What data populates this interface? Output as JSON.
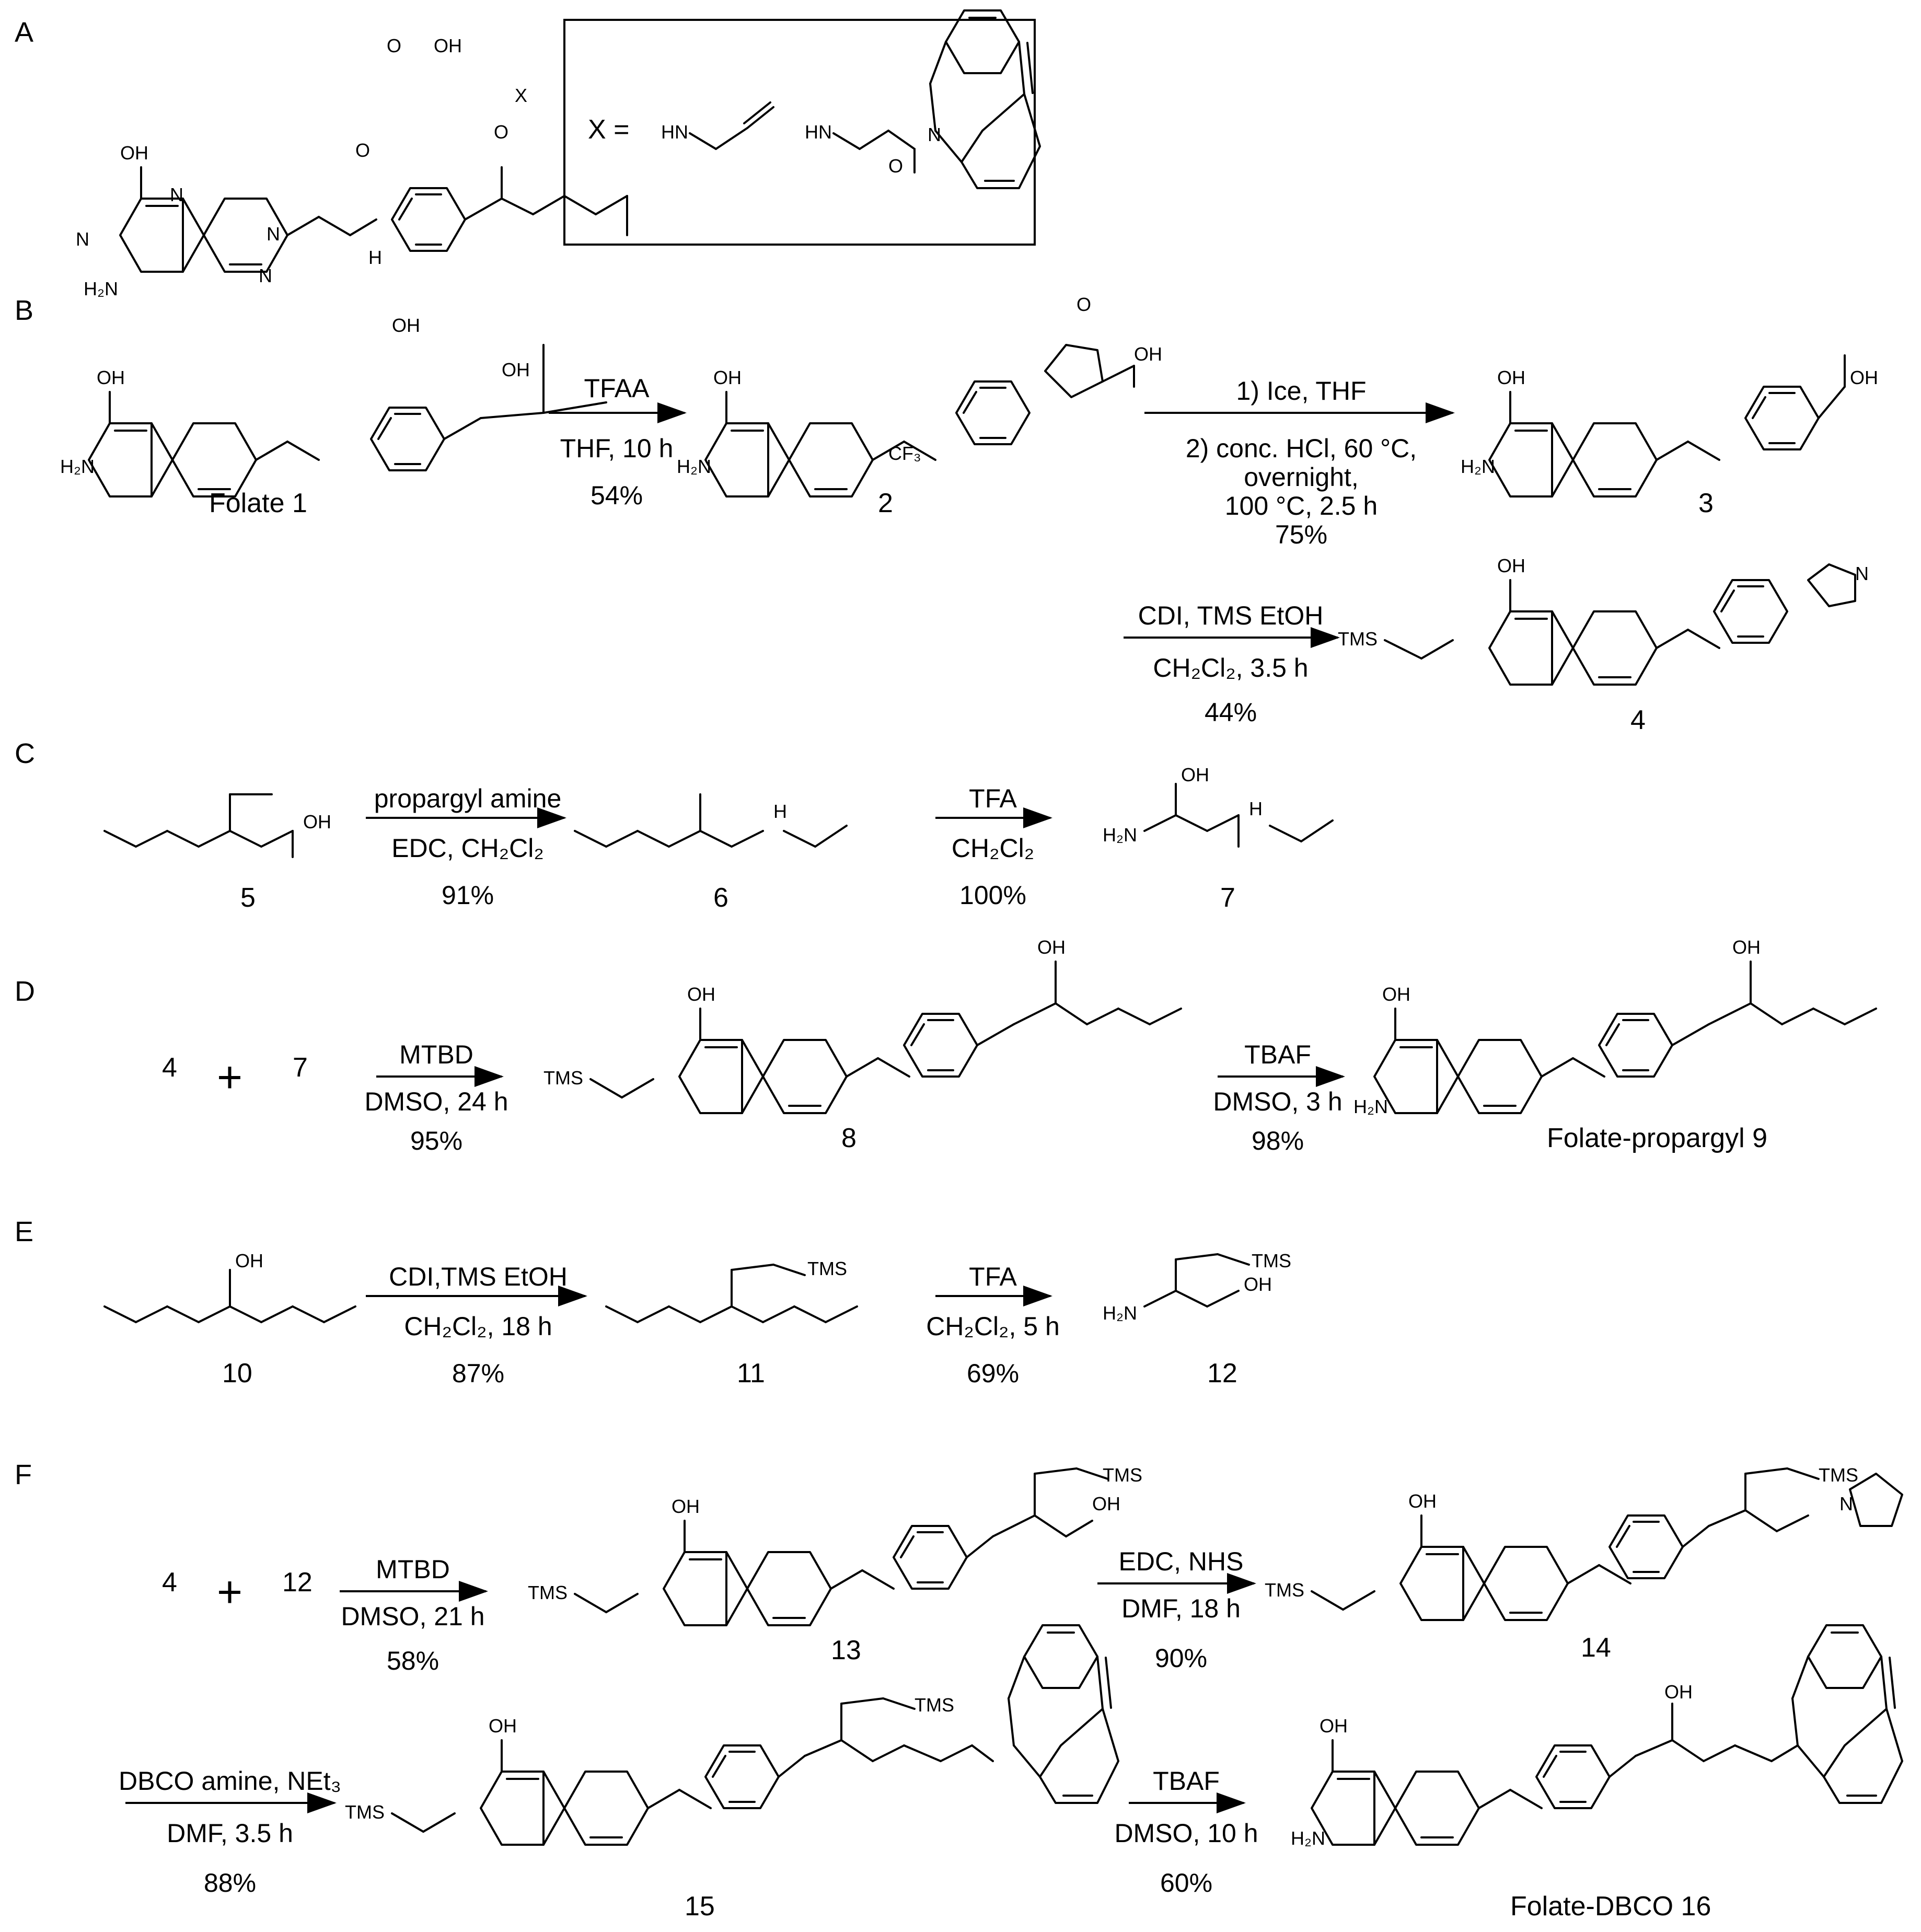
{
  "panels": [
    "A",
    "B",
    "C",
    "D",
    "E",
    "F"
  ],
  "atoms": {
    "oh": "OH",
    "o": "O",
    "n": "N",
    "nh_h": "H",
    "hn": "HN",
    "h2n": "H₂N",
    "cf3": "CF₃",
    "tms": "TMS",
    "x": "X"
  },
  "panel_a": {
    "x_equals": "X ="
  },
  "panel_b": {
    "cpd1": "Folate 1",
    "cpd2": "2",
    "cpd3": "3",
    "cpd4": "4",
    "step1_top": "TFAA",
    "step1_bottom": "THF, 10 h",
    "step1_yield": "54%",
    "step2_top": "1) Ice, THF",
    "step2_line2": "2) conc. HCl, 60 °C,",
    "step2_line3": "overnight,",
    "step2_line4": "100 °C, 2.5 h",
    "step2_yield": "75%",
    "step3_top": "CDI, TMS EtOH",
    "step3_bottom": "CH₂Cl₂, 3.5 h",
    "step3_yield": "44%"
  },
  "panel_c": {
    "cpd5": "5",
    "cpd6": "6",
    "cpd7": "7",
    "step1_top": "propargyl amine",
    "step1_bottom": "EDC, CH₂Cl₂",
    "step1_yield": "91%",
    "step2_top": "TFA",
    "step2_bottom": "CH₂Cl₂",
    "step2_yield": "100%"
  },
  "panel_d": {
    "reactant_a": "4",
    "plus": "+",
    "reactant_b": "7",
    "cpd8": "8",
    "cpd9": "Folate-propargyl 9",
    "step1_top": "MTBD",
    "step1_bottom": "DMSO, 24 h",
    "step1_yield": "95%",
    "step2_top": "TBAF",
    "step2_bottom": "DMSO, 3 h",
    "step2_yield": "98%"
  },
  "panel_e": {
    "cpd10": "10",
    "cpd11": "11",
    "cpd12": "12",
    "step1_top": "CDI,TMS EtOH",
    "step1_bottom": "CH₂Cl₂, 18 h",
    "step1_yield": "87%",
    "step2_top": "TFA",
    "step2_bottom": "CH₂Cl₂, 5 h",
    "step2_yield": "69%"
  },
  "panel_f": {
    "reactant_a": "4",
    "plus": "+",
    "reactant_b": "12",
    "cpd13": "13",
    "cpd14": "14",
    "cpd15": "15",
    "cpd16": "Folate-DBCO 16",
    "step1_top": "MTBD",
    "step1_bottom": "DMSO, 21 h",
    "step1_yield": "58%",
    "step2_top": "EDC, NHS",
    "step2_bottom": "DMF, 18 h",
    "step2_yield": "90%",
    "step3_top": "DBCO amine, NEt₃",
    "step3_bottom": "DMF, 3.5 h",
    "step3_yield": "88%",
    "step4_top": "TBAF",
    "step4_bottom": "DMSO, 10 h",
    "step4_yield": "60%"
  }
}
